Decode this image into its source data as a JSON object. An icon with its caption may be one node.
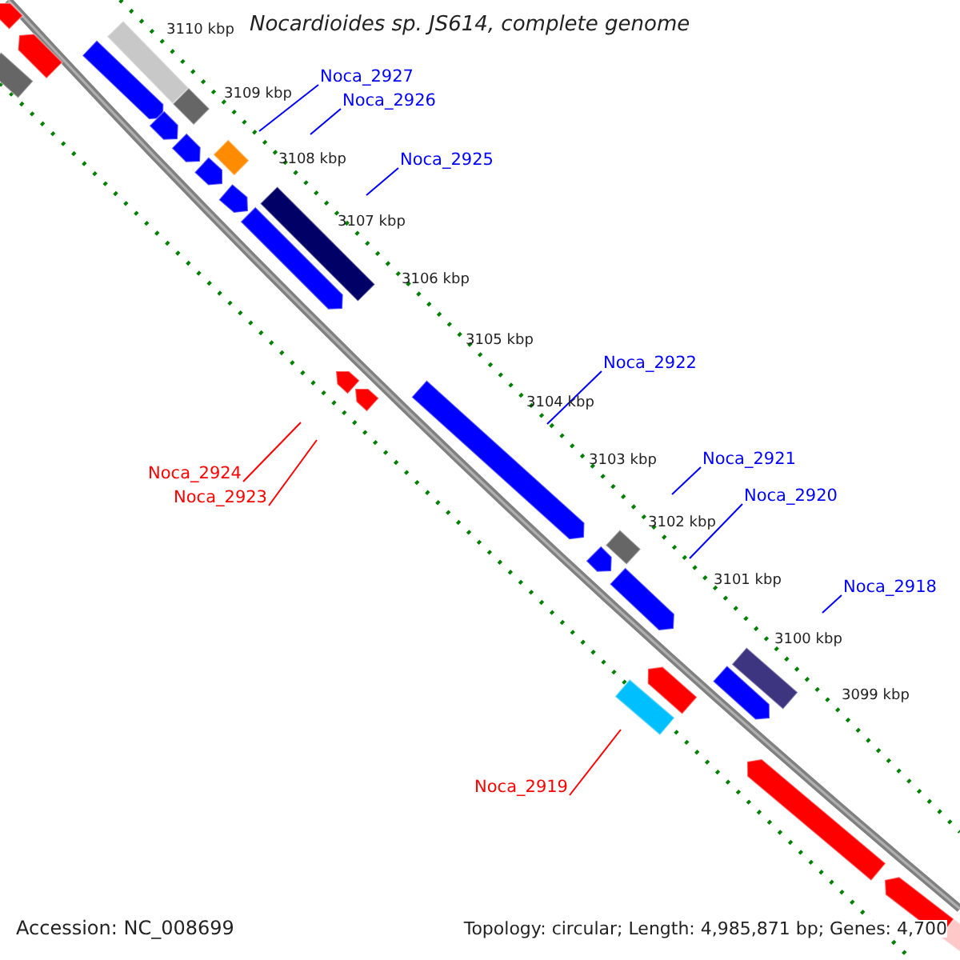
{
  "diagram": {
    "title": "Nocardioides sp. JS614, complete genome",
    "nodes": [
      {
        "text": [
          "Noca_2927"
        ]
      },
      {
        "text": [
          "Noca_2926"
        ]
      },
      {
        "text": [
          "Noca_2925"
        ]
      },
      {
        "text": [
          "Noca_2922"
        ]
      },
      {
        "text": [
          "Noca_2921"
        ]
      },
      {
        "text": [
          "Noca_2924"
        ]
      },
      {
        "text": [
          "Noca_2920"
        ]
      },
      {
        "text": [
          "Noca_2923"
        ]
      },
      {
        "text": [
          "Noca_2918"
        ]
      },
      {
        "text": [
          "Noca_2919"
        ]
      }
    ],
    "edges": [
      {
        "from": 0,
        "to": null,
        "arrow": "none"
      },
      {
        "from": 1,
        "to": null,
        "arrow": "none"
      },
      {
        "from": 2,
        "to": null,
        "arrow": "none"
      },
      {
        "from": 3,
        "to": null,
        "arrow": "none"
      },
      {
        "from": 4,
        "to": null,
        "arrow": "none"
      },
      {
        "from": 5,
        "to": null,
        "arrow": "none",
        "color": "#ff0000"
      },
      {
        "from": 6,
        "to": null,
        "arrow": "none"
      },
      {
        "from": 7,
        "to": null,
        "arrow": "none",
        "color": "#ff0000"
      },
      {
        "from": 8,
        "to": null,
        "arrow": "none"
      },
      {
        "from": 9,
        "to": null,
        "arrow": "none",
        "color": "#ff0000"
      }
    ],
    "labels": [
      "3110 kbp",
      "3109 kbp",
      "3108 kbp",
      "3107 kbp",
      "3106 kbp",
      "3105 kbp",
      "3104 kbp",
      "3103 kbp",
      "3102 kbp",
      "3101 kbp",
      "3100 kbp",
      "3099 kbp",
      "Accession: NC_008699",
      "Topology: circular; Length: 4,985,871 bp; Genes: 4,700"
    ]
  }
}
